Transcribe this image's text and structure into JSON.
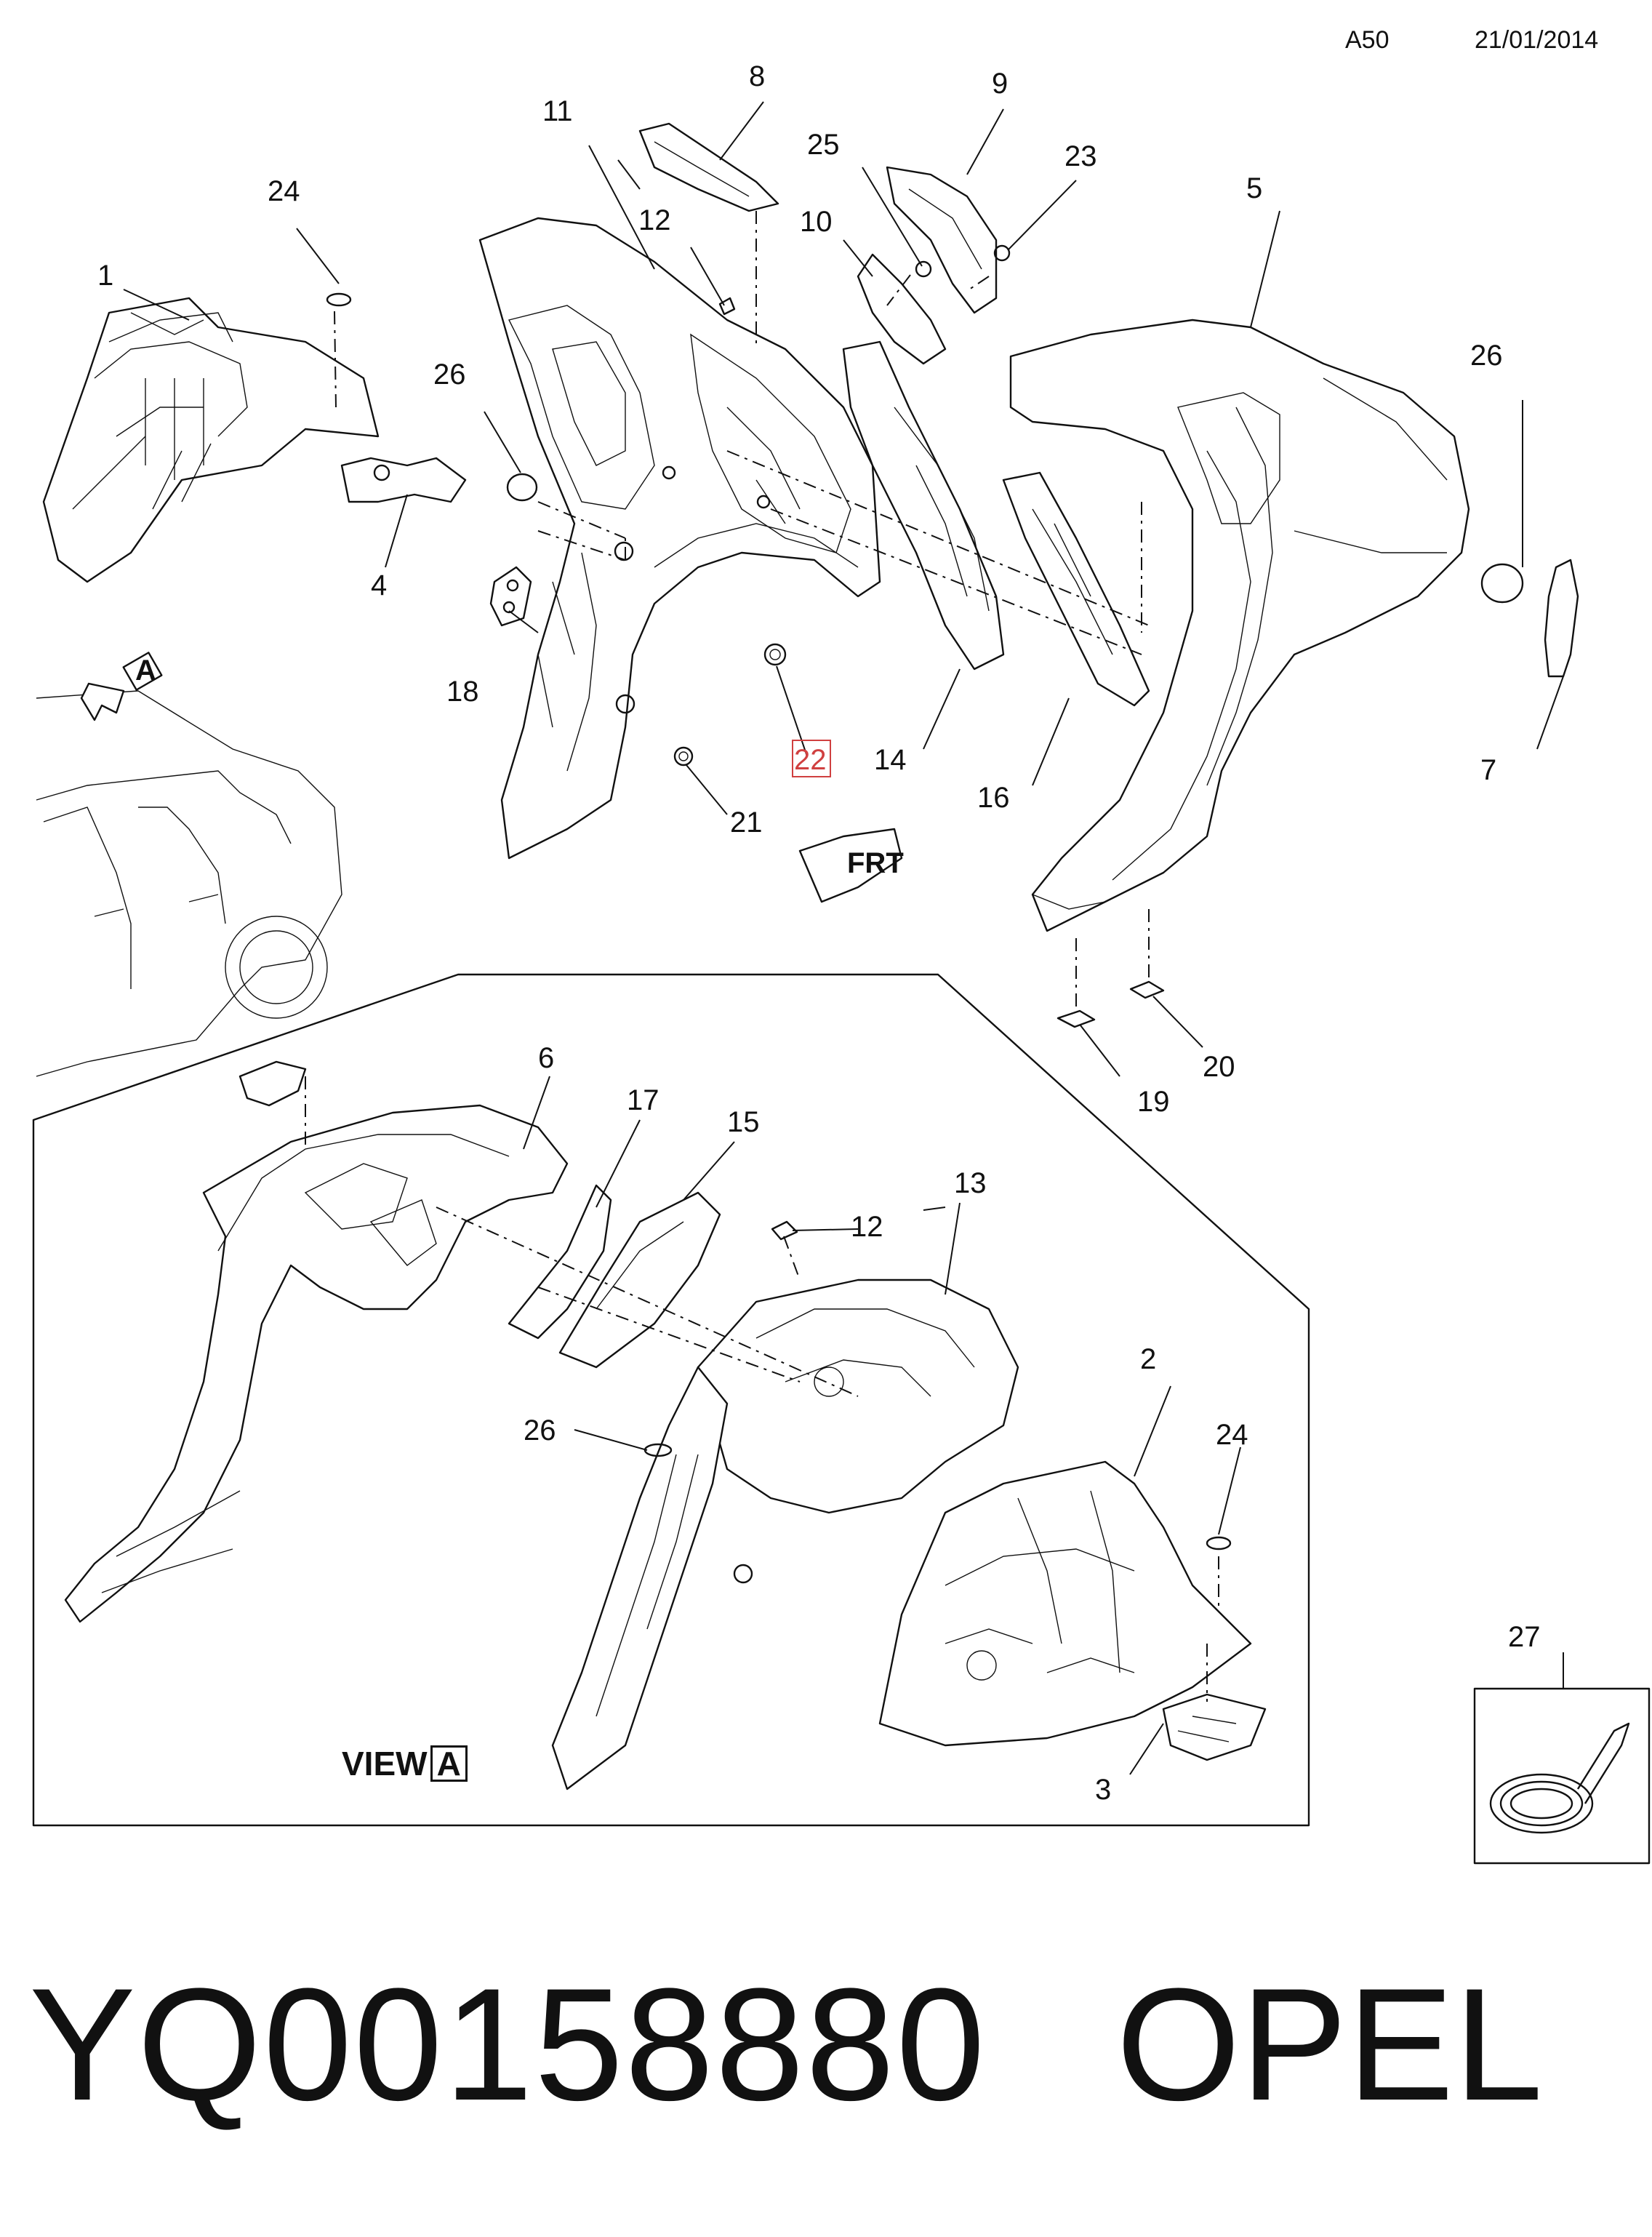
{
  "header": {
    "code": "A50",
    "date": "21/01/2014"
  },
  "callouts": {
    "c1": "1",
    "c2": "2",
    "c3": "3",
    "c4": "4",
    "c5": "5",
    "c6": "6",
    "c7": "7",
    "c8": "8",
    "c9": "9",
    "c10": "10",
    "c11": "11",
    "c12a": "12",
    "c12b": "12",
    "c13": "13",
    "c14": "14",
    "c15": "15",
    "c16": "16",
    "c17": "17",
    "c18": "18",
    "c19": "19",
    "c20": "20",
    "c21": "21",
    "c22": "22",
    "c23": "23",
    "c24a": "24",
    "c24b": "24",
    "c25": "25",
    "c26a": "26",
    "c26b": "26",
    "c26c": "26",
    "c27": "27"
  },
  "view_marker": "A",
  "front_marker": "FRT",
  "view_label": {
    "word": "VIEW",
    "letter": "A"
  },
  "footer": {
    "part_number": "YQ00158880",
    "brand": "OPEL"
  },
  "colors": {
    "highlight": "#d04040",
    "line": "#111111"
  }
}
